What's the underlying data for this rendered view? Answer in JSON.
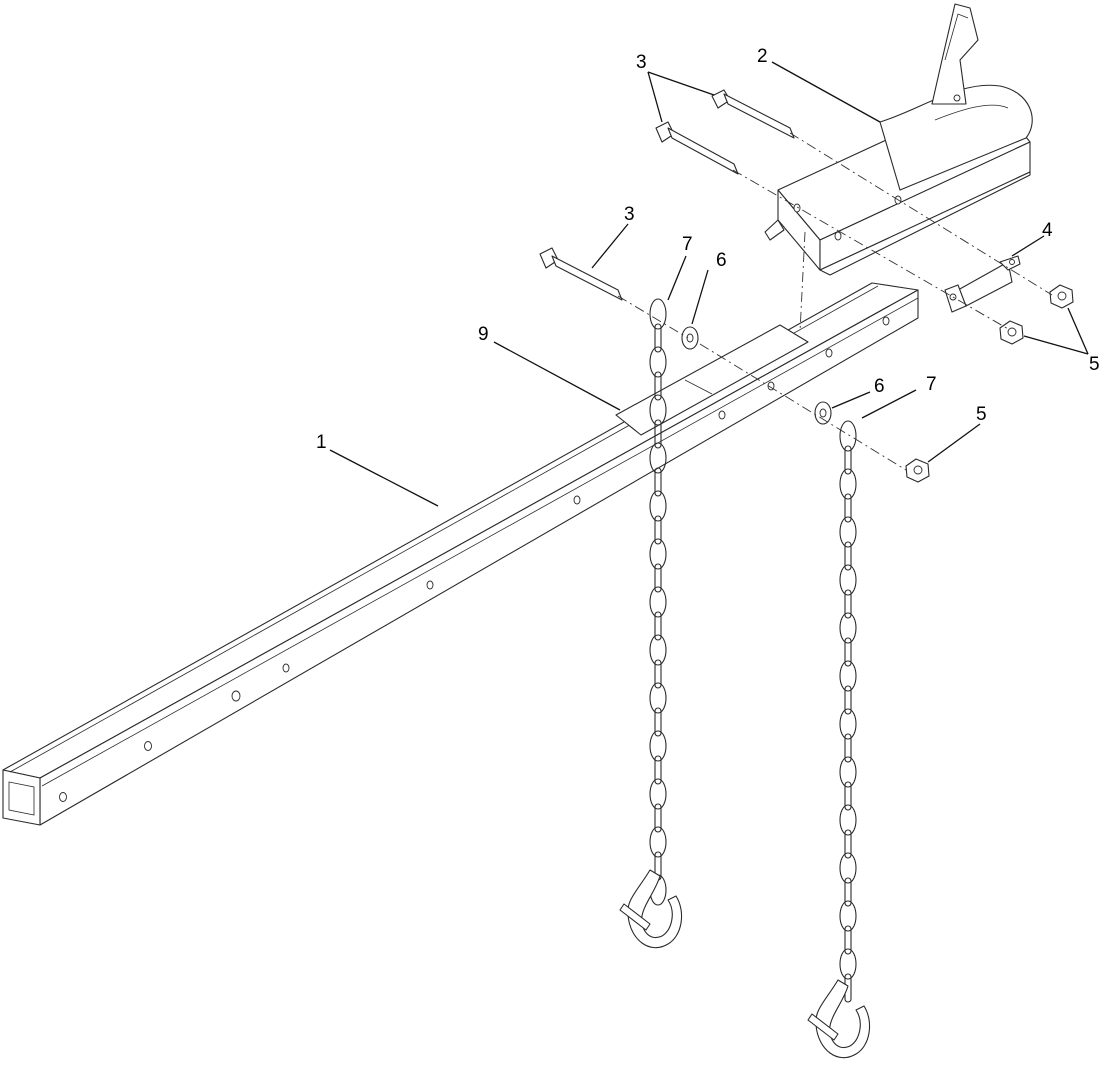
{
  "callouts": {
    "c1": "1",
    "c2": "2",
    "c3a": "3",
    "c3b": "3",
    "c4": "4",
    "c5a": "5",
    "c5b": "5",
    "c6a": "6",
    "c6b": "6",
    "c7a": "7",
    "c7b": "7",
    "c9": "9"
  }
}
